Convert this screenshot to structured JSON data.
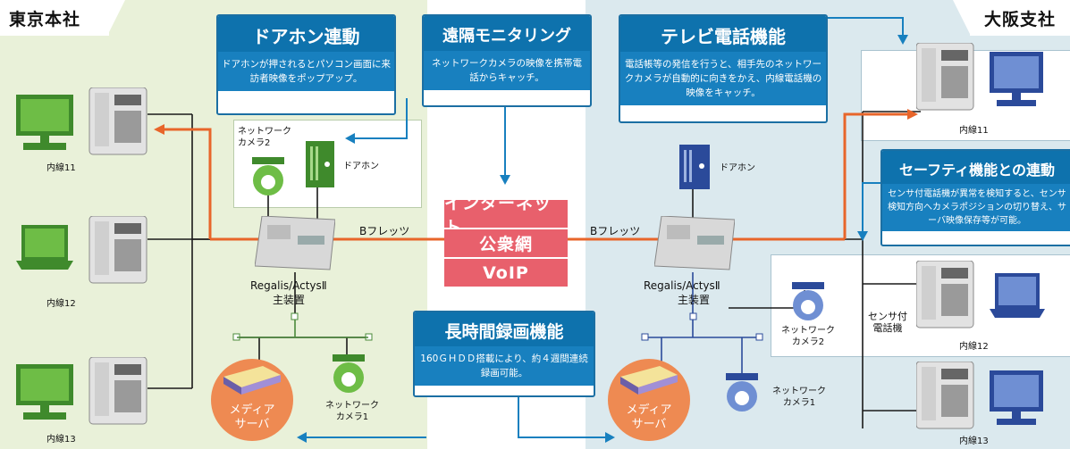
{
  "offices": {
    "tokyo": "東京本社",
    "osaka": "大阪支社"
  },
  "features": {
    "doorphone": {
      "title": "ドアホン連動",
      "body": "ドアホンが押されるとパソコン画面に来訪者映像をポップアップ。"
    },
    "remote": {
      "title": "遠隔モニタリング",
      "body": "ネットワークカメラの映像を携帯電話からキャッチ。"
    },
    "tvphone": {
      "title": "テレビ電話機能",
      "body": "電話帳等の発信を行うと、相手先のネットワークカメラが自動的に向きをかえ、内線電話機の映像をキャッチ。"
    },
    "safety": {
      "title": "セーフティ機能との連動",
      "body": "センサ付電話機が異常を検知すると、センサ検知方向へカメラポジションの切り替え、サーバ映像保存等が可能。"
    },
    "recording": {
      "title": "長時間録画機能",
      "body": "160ＧＨＤＤ搭載により、約４週間連続録画可能。"
    }
  },
  "network": {
    "internet": "インターネット",
    "public": "公衆網",
    "voip": "VoIP",
    "bflets": "Bフレッツ"
  },
  "tokyo": {
    "ext11": "内線11",
    "ext12": "内線12",
    "ext13": "内線13",
    "camera2": "ネットワークカメラ2",
    "doorphone": "ドアホン",
    "pbx_name": "Regalis/ActysⅡ",
    "pbx_sub": "主装置",
    "media": "メディアサーバ",
    "camera1": "ネットワークカメラ1"
  },
  "osaka": {
    "ext11": "内線11",
    "ext12": "内線12",
    "ext13": "内線13",
    "doorphone": "ドアホン",
    "pbx_name": "Regalis/ActysⅡ",
    "pbx_sub": "主装置",
    "camera2": "ネットワークカメラ2",
    "sensor": "センサ付電話機",
    "media": "メディアサーバ",
    "camera1": "ネットワークカメラ1"
  },
  "colors": {
    "feature_blue": "#1880bf",
    "feature_header": "#0e72ad",
    "network_red": "#e8606c",
    "media_orange": "#ee8a52",
    "wire_orange": "#e8652a",
    "zone_tokyo": "#e9f1d9",
    "zone_osaka": "#dbe9ee"
  }
}
